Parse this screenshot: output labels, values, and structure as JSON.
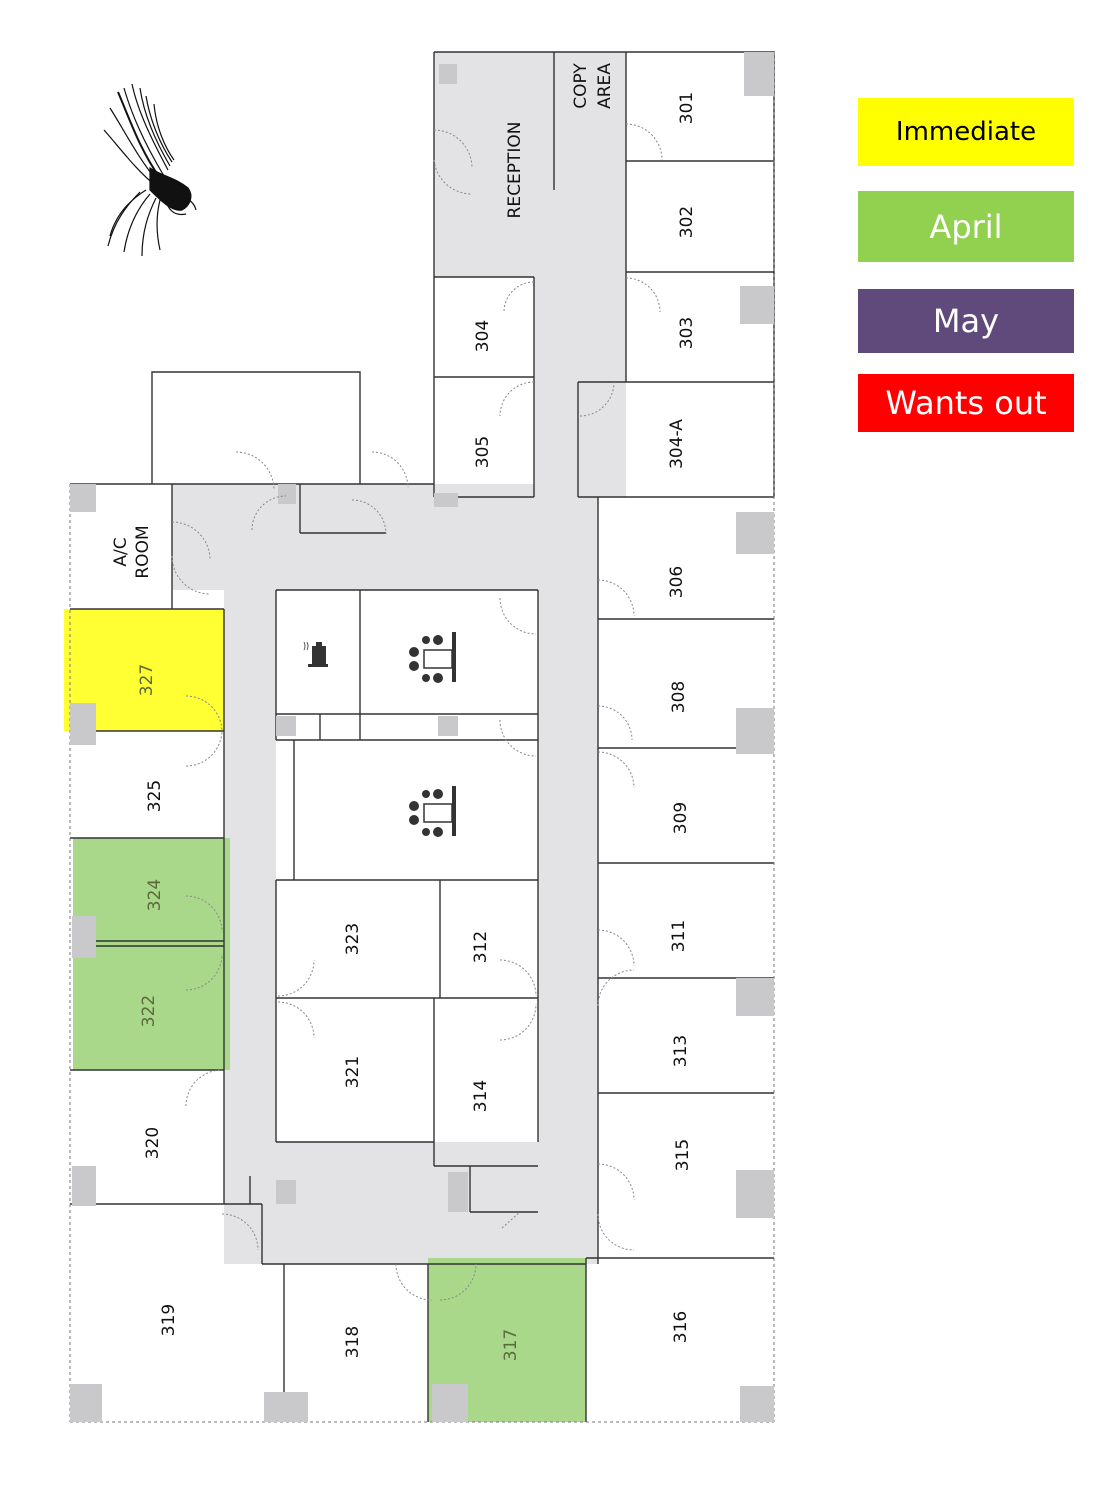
{
  "legend": {
    "immediate": {
      "label": "Immediate",
      "color": "#ffff00"
    },
    "april": {
      "label": "April",
      "color": "#92d050"
    },
    "may": {
      "label": "May",
      "color": "#604a7b"
    },
    "wants_out": {
      "label": "Wants out",
      "color": "#ff0000"
    }
  },
  "status_colors": {
    "immediate_fill": "#ffff33",
    "april_fill": "#a9d88a"
  },
  "rooms": {
    "r301": "301",
    "r302": "302",
    "r303": "303",
    "r304": "304",
    "r304a": "304-A",
    "r305": "305",
    "r306": "306",
    "r308": "308",
    "r309": "309",
    "r311": "311",
    "r312": "312",
    "r313": "313",
    "r314": "314",
    "r315": "315",
    "r316": "316",
    "r317": "317",
    "r318": "318",
    "r319": "319",
    "r320": "320",
    "r321": "321",
    "r322": "322",
    "r323": "323",
    "r324": "324",
    "r325": "325",
    "r327": "327"
  },
  "areas": {
    "reception": "RECEPTION",
    "copy_1": "COPY",
    "copy_2": "AREA",
    "ac_1": "A/C",
    "ac_2": "ROOM"
  },
  "icons": {
    "logo": "eagle-logo",
    "kitchen": "coffee-machine-icon",
    "conference": "conference-table-icon"
  }
}
